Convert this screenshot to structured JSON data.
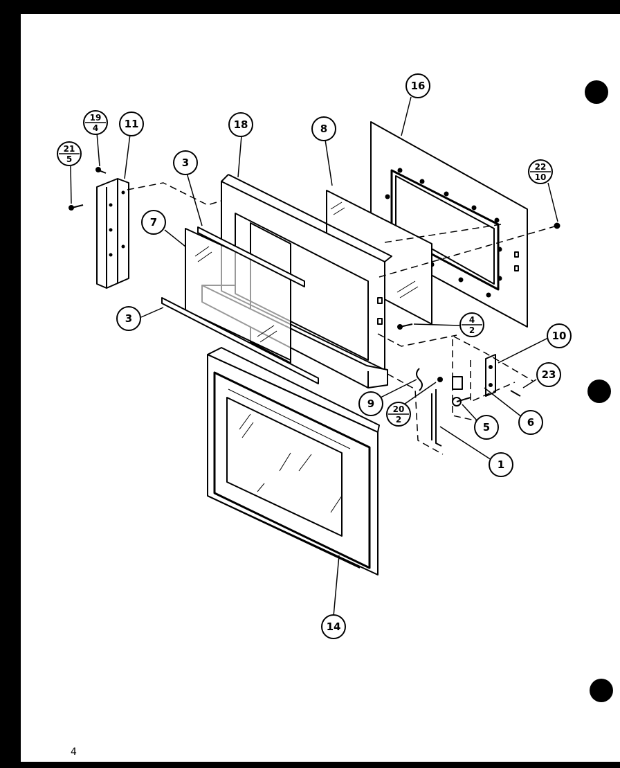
{
  "diagram": {
    "page_number": "4",
    "callouts": {
      "c16": "16",
      "c18": "18",
      "c8": "8",
      "c11": "11",
      "c3a": "3",
      "c3b": "3",
      "c7": "7",
      "c10": "10",
      "c23": "23",
      "c9": "9",
      "c5": "5",
      "c6": "6",
      "c1": "1",
      "c14": "14"
    },
    "fraction_callouts": {
      "f19_4": {
        "top": "19",
        "bottom": "4"
      },
      "f21_5": {
        "top": "21",
        "bottom": "5"
      },
      "f22_10": {
        "top": "22",
        "bottom": "10"
      },
      "f4_2": {
        "top": "4",
        "bottom": "2"
      },
      "f20_2": {
        "top": "20",
        "bottom": "2"
      }
    }
  }
}
